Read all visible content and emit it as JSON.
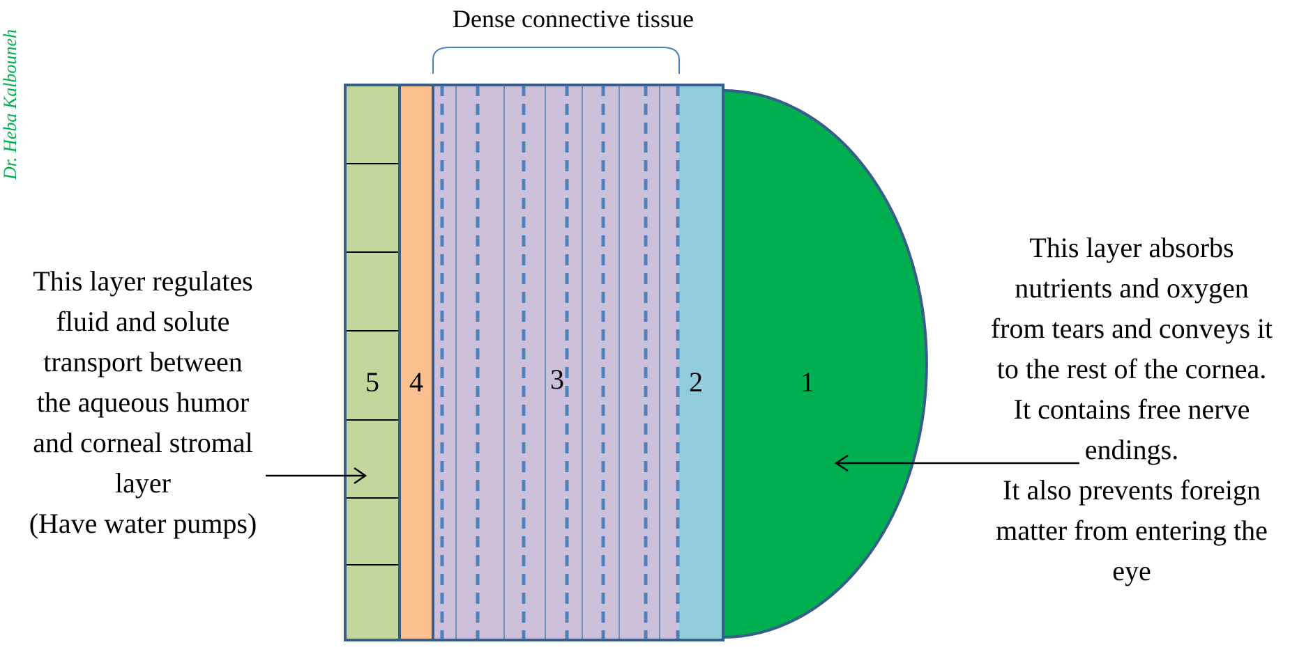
{
  "author": "Dr. Heba Kalbouneh",
  "bracket_label": "Dense connective tissue",
  "layer_numbers": [
    "1",
    "2",
    "3",
    "4",
    "5"
  ],
  "left_note": [
    "This layer regulates",
    "fluid and solute",
    "transport between",
    "the aqueous humor",
    "and corneal stromal",
    "layer",
    "(Have water pumps)"
  ],
  "right_note": [
    "This layer absorbs",
    "nutrients and oxygen",
    "from tears and conveys it",
    "to the rest of the cornea.",
    "It contains free nerve",
    "endings.",
    "It also prevents foreign",
    "matter from entering the",
    "eye"
  ],
  "colors": {
    "author_text": "#00b050",
    "layer1_epithelium": "#00b050",
    "layer2_bowman": "#92cddc",
    "layer3_stroma": "#ccc0da",
    "layer4_descemet": "#fac090",
    "layer5_endothelium": "#c3d69b",
    "outline": "#385d8a",
    "dashed_lines": "#4f81bd",
    "bracket": "#4f81bd"
  }
}
